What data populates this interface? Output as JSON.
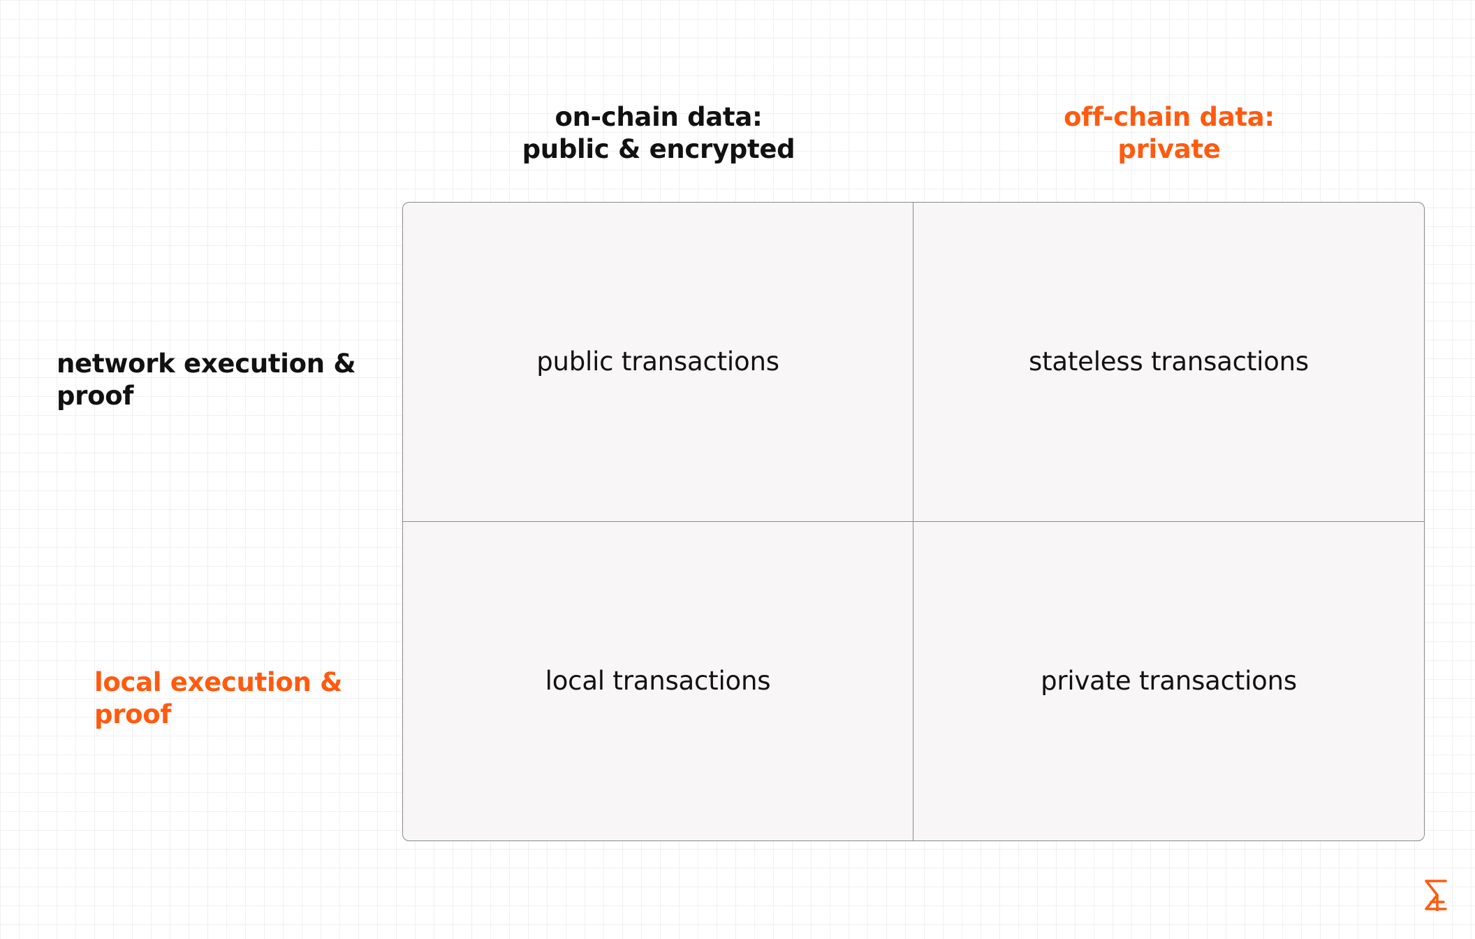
{
  "columns": [
    {
      "line1": "on-chain data:",
      "line2": "public & encrypted"
    },
    {
      "line1": "off-chain data:",
      "line2": "private"
    }
  ],
  "rows": [
    {
      "line1": "network execution &",
      "line2": "proof"
    },
    {
      "line1": "local execution &",
      "line2": "proof"
    }
  ],
  "cells": [
    [
      "public transactions",
      "stateless transactions"
    ],
    [
      "local transactions",
      "private transactions"
    ]
  ],
  "colors": {
    "accent": "#ff5a0f",
    "text": "#111111",
    "cell_background": "#f8f6f6",
    "grid_line": "#8a8a8a"
  },
  "logo": {
    "icon": "sigma-logo-icon"
  }
}
